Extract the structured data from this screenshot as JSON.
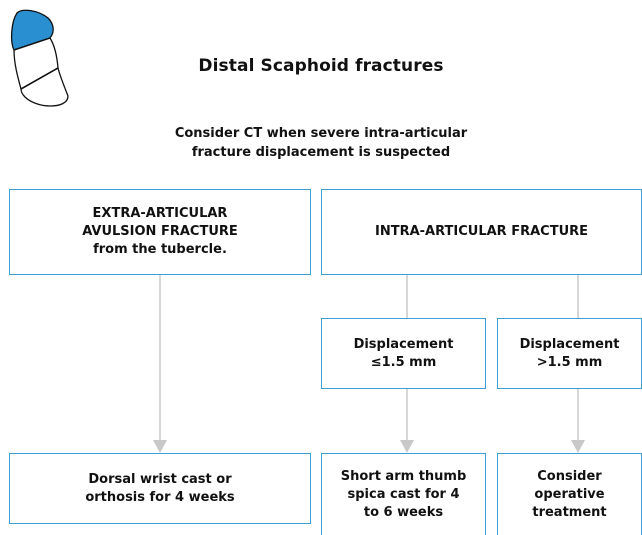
{
  "header": {
    "title": "Distal Scaphoid fractures",
    "subtitle_line1": "Consider CT when severe intra-articular",
    "subtitle_line2": "fracture displacement is suspected"
  },
  "boxes": {
    "extra_line1": "EXTRA-ARTICULAR",
    "extra_line2": "AVULSION FRACTURE",
    "extra_line3": "from the tubercle.",
    "intra": "INTRA-ARTICULAR FRACTURE",
    "disp_small_line1": "Displacement",
    "disp_small_line2": "≤1.5 mm",
    "disp_large_line1": "Displacement",
    "disp_large_line2": ">1.5 mm",
    "cast_line1": "Dorsal wrist cast or",
    "cast_line2": "orthosis for 4 weeks",
    "spica_line1": "Short arm thumb",
    "spica_line2": "spica cast for 4",
    "spica_line3": "to 6 weeks",
    "operative_line1": "Consider",
    "operative_line2": "operative",
    "operative_line3": "treatment"
  },
  "colors": {
    "accent": "#2a8fd0",
    "border": "#3d9fd6",
    "connector": "#c8c8c8"
  },
  "icon": "scaphoid-bone-icon"
}
